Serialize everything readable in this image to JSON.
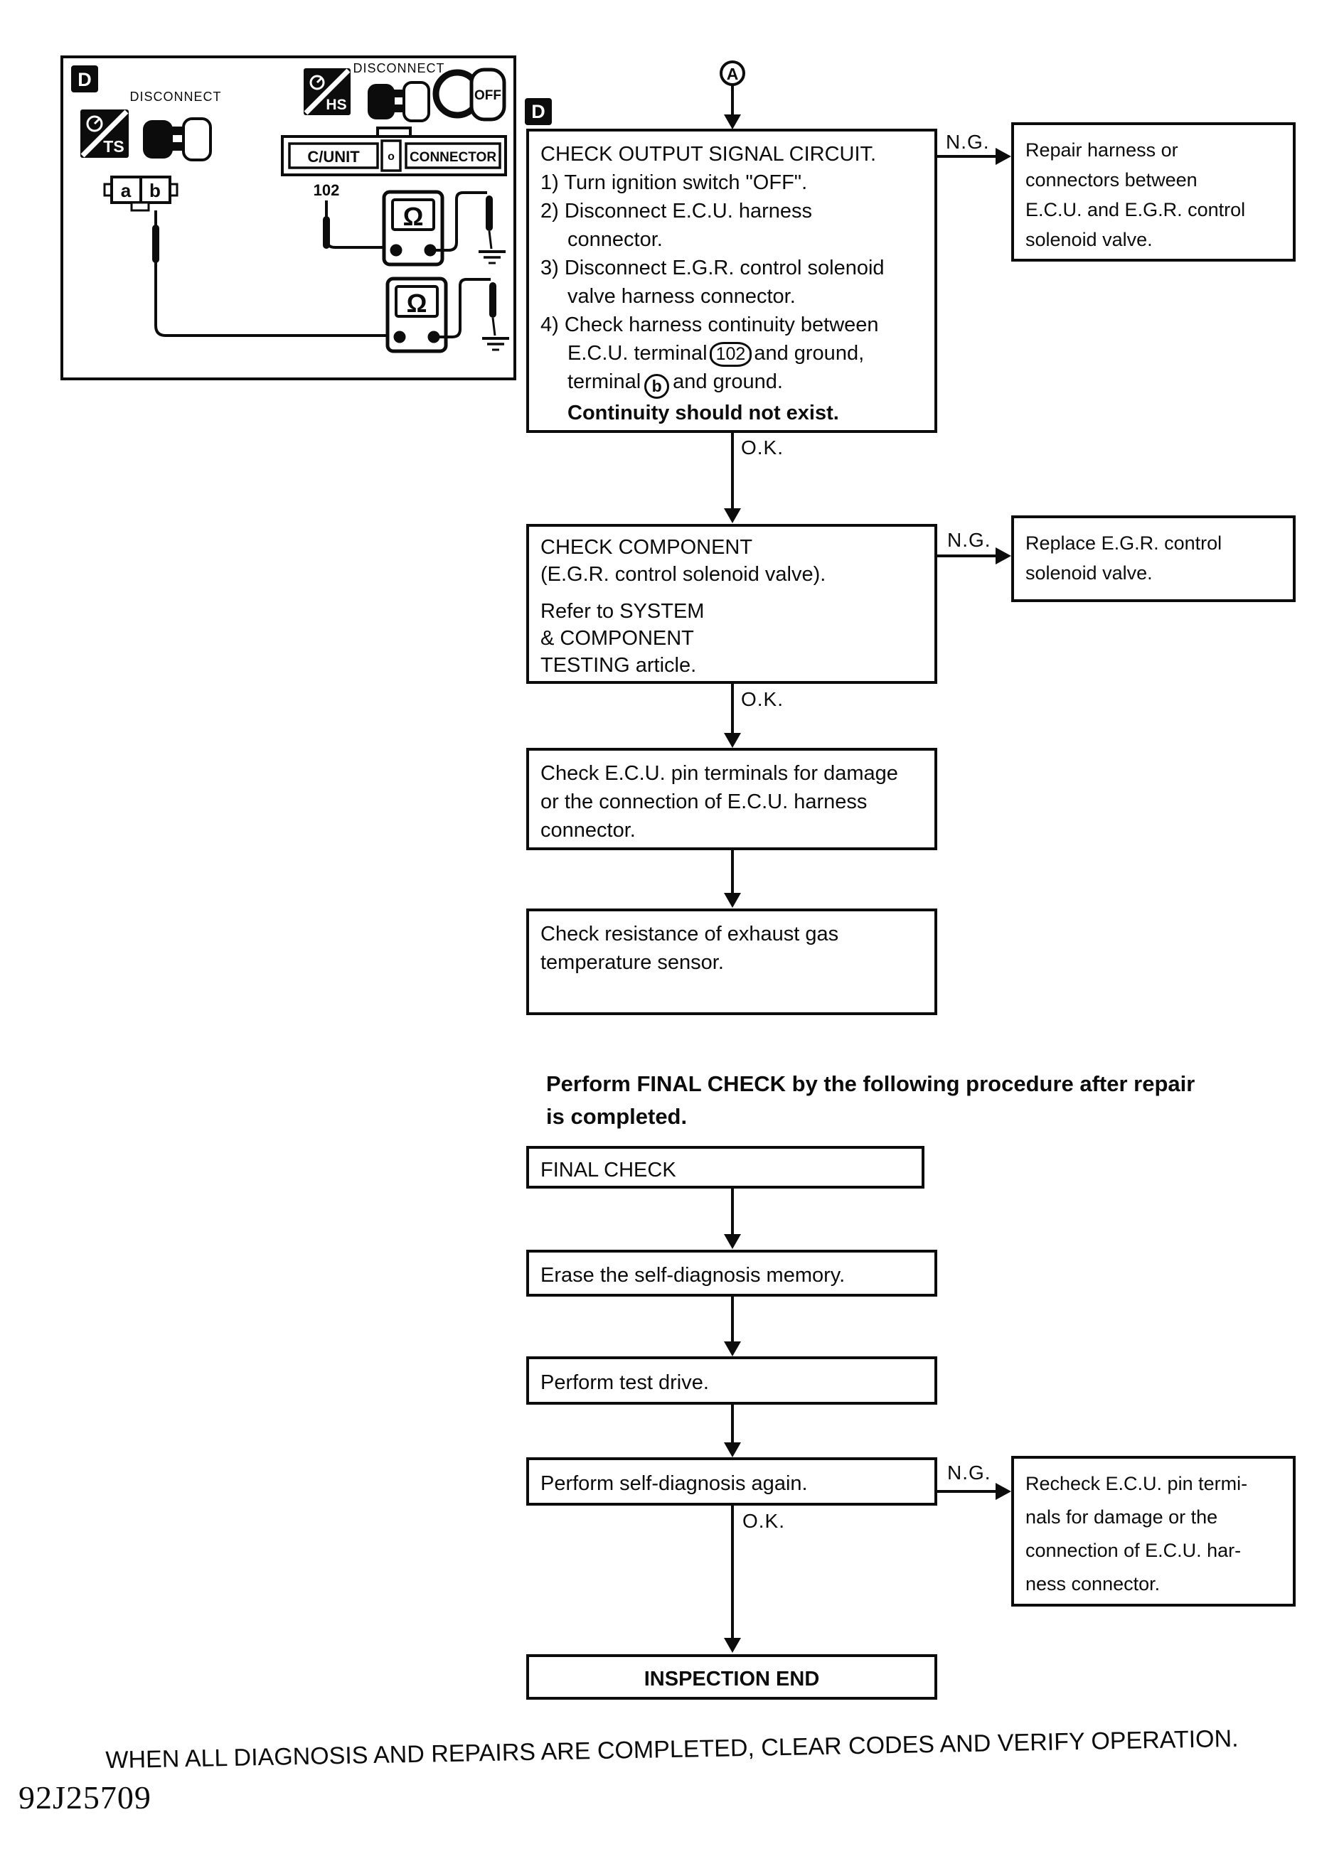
{
  "diagram": {
    "badge": "D",
    "disconnect_left": "DISCONNECT",
    "disconnect_right": "DISCONNECT",
    "ts_label": "TS",
    "hs_label": "HS",
    "key_off": "OFF",
    "cunit": "C/UNIT",
    "port_o": "o",
    "connector": "CONNECTOR",
    "terminal_102": "102",
    "terminal_a": "a",
    "terminal_b": "b",
    "ohm": "Ω"
  },
  "flow": {
    "entry": "A",
    "step_badge": "D",
    "labels": {
      "ng": "N.G.",
      "ok": "O.K."
    },
    "check_output": {
      "title": "CHECK OUTPUT SIGNAL CIRCUIT.",
      "step1": "1) Turn ignition switch \"OFF\".",
      "step2a": "2) Disconnect E.C.U. harness",
      "step2b": "connector.",
      "step3a": "3) Disconnect E.G.R. control solenoid",
      "step3b": "valve harness connector.",
      "step4a": "4) Check harness continuity between",
      "step4b_pre": "E.C.U. terminal",
      "step4b_oval": "102",
      "step4b_post": "and ground,",
      "step4c_pre": "terminal",
      "step4c_circle": "b",
      "step4c_post": "and ground.",
      "note": "Continuity should not exist."
    },
    "repair_harness": {
      "l1": "Repair harness or",
      "l2": "connectors between",
      "l3": "E.C.U. and E.G.R. control",
      "l4": "solenoid valve."
    },
    "check_component": {
      "l1": "CHECK COMPONENT",
      "l2": "(E.G.R. control solenoid valve).",
      "l3": "Refer to SYSTEM",
      "l4": "& COMPONENT",
      "l5": "TESTING article."
    },
    "replace_valve": {
      "l1": "Replace E.G.R. control",
      "l2": "solenoid valve."
    },
    "check_pins": {
      "l1": "Check E.C.U. pin terminals for damage",
      "l2": "or the connection of E.C.U. harness",
      "l3": "connector."
    },
    "check_resistance": {
      "l1": "Check resistance of exhaust gas",
      "l2": "temperature sensor."
    },
    "final_note": {
      "l1": "Perform FINAL CHECK by the following procedure after repair",
      "l2": "is completed."
    },
    "final_check": "FINAL CHECK",
    "erase_memory": "Erase the self-diagnosis memory.",
    "test_drive": "Perform test drive.",
    "self_diagnosis": "Perform self-diagnosis again.",
    "recheck_pins": {
      "l1": "Recheck E.C.U. pin termi-",
      "l2": "nals for damage or the",
      "l3": "connection of E.C.U. har-",
      "l4": "ness connector."
    },
    "inspection_end": "INSPECTION END"
  },
  "footer": {
    "note": "WHEN ALL DIAGNOSIS AND REPAIRS ARE COMPLETED, CLEAR CODES AND VERIFY OPERATION.",
    "figure_id": "92J25709"
  }
}
